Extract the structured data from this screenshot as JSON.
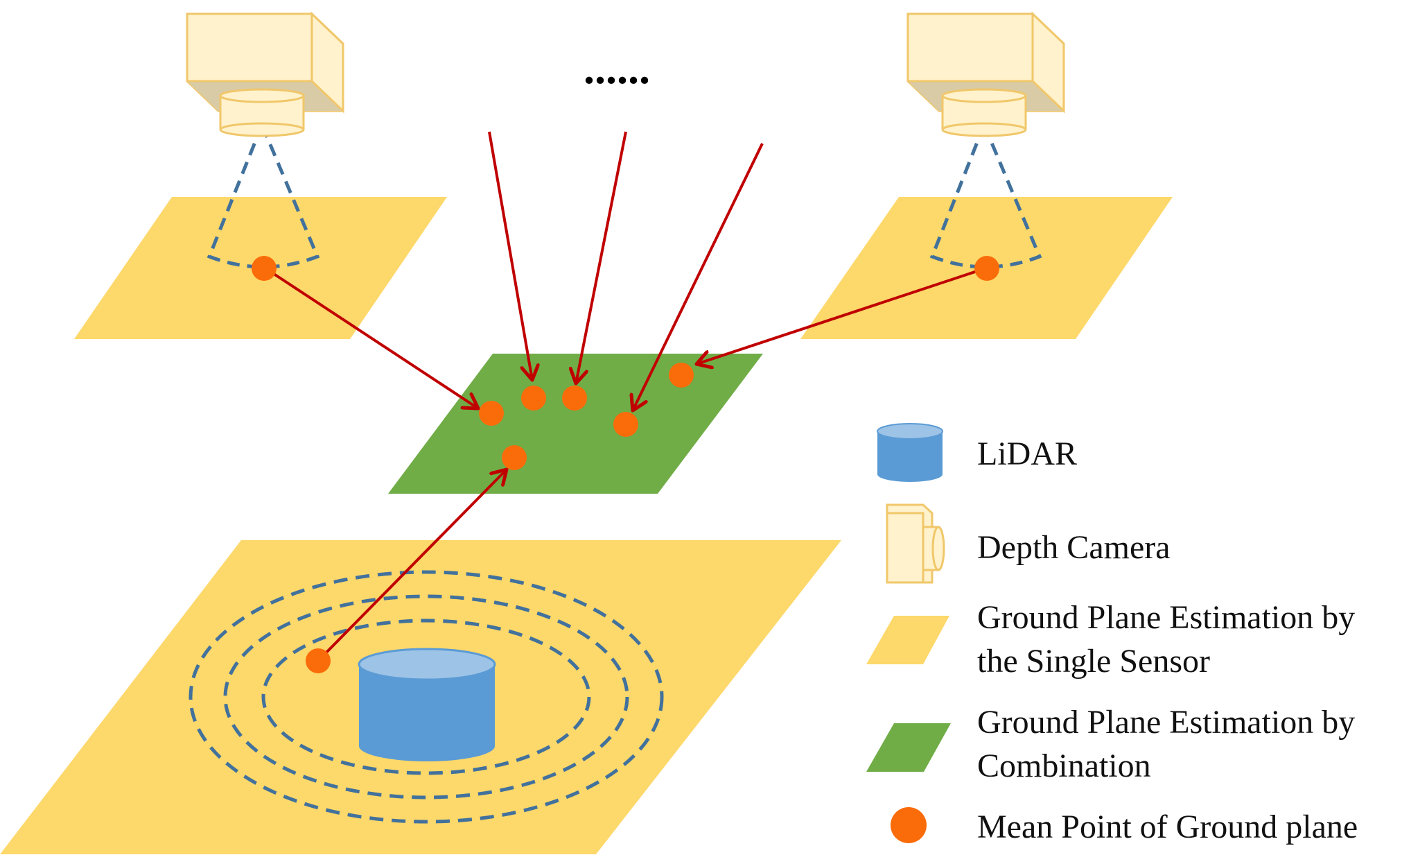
{
  "ellipsis": "......",
  "legend": {
    "lidar": "LiDAR",
    "depth_camera": "Depth Camera",
    "single_sensor_line1": "Ground Plane Estimation by",
    "single_sensor_line2": "the Single Sensor",
    "combination_line1": "Ground Plane Estimation by",
    "combination_line2": "Combination",
    "mean_point": "Mean Point of Ground plane"
  },
  "colors": {
    "single_plane": "#FDD86A",
    "combined_plane": "#70AD47",
    "mean_point": "#FA6B0A",
    "arrow": "#C00000",
    "lidar_body": "#5B9BD5",
    "lidar_top": "#9DC3E6",
    "camera_body": "#FFF2CC",
    "camera_shade": "#D9CBA6",
    "camera_edge": "#F0C76A",
    "dashed_line": "#41719C"
  },
  "icons": [
    "lidar-icon",
    "depth-camera-icon",
    "mean-point-icon"
  ]
}
